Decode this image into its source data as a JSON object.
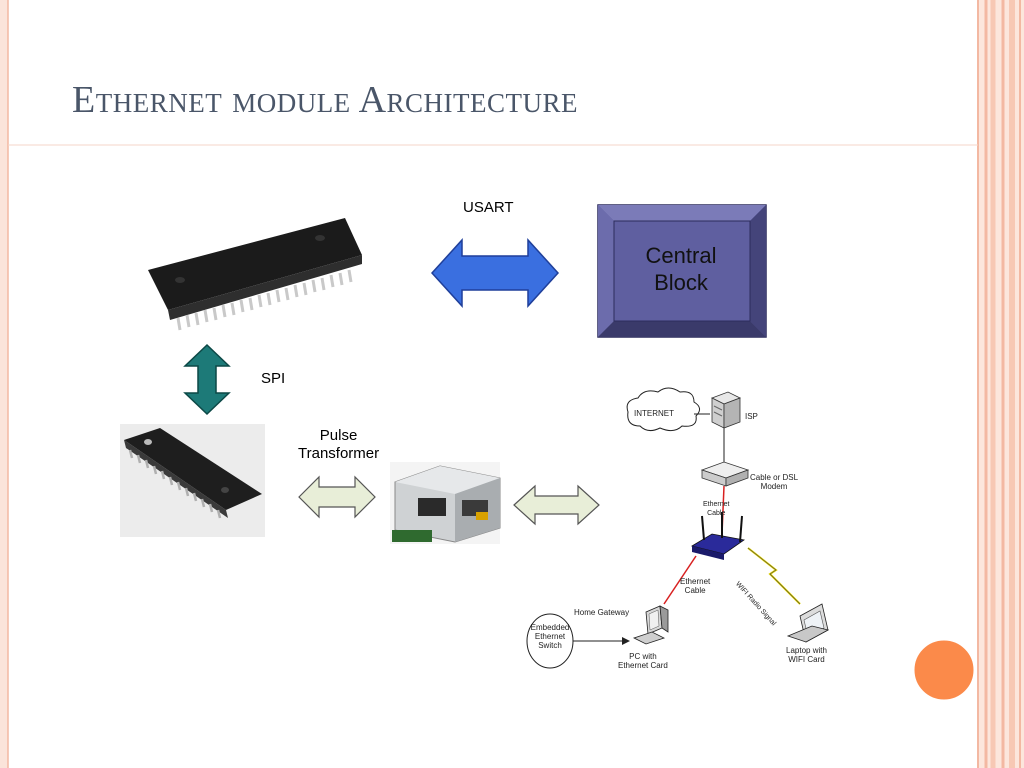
{
  "slide": {
    "title": "Ethernet module Architecture"
  },
  "labels": {
    "usart": "USART",
    "spi": "SPI",
    "pulse_transformer": "Pulse\nTransformer",
    "central_block": "Central\nBlock"
  },
  "network": {
    "internet": "INTERNET",
    "isp": "ISP",
    "modem": "Cable or DSL\nModem",
    "ethernet_cable_top": "Ethernet\nCable",
    "wifi_signal": "WIFI Radio Signal",
    "ethernet_cable_mid": "Ethernet\nCable",
    "home_gateway": "Home Gateway",
    "switch": "Embedded\nEthernet\nSwitch",
    "pc": "PC with\nEthernet Card",
    "laptop": "Laptop with\nWIFI Card"
  },
  "colors": {
    "border_pink": "#f6c9b8",
    "title_gray": "#4a5669",
    "central_fill": "#5c5c9c",
    "arrow_blue": "#3a6fe0",
    "arrow_teal": "#1d7a78",
    "arrow_beige": "#e8eed8",
    "bullet_orange": "#fb8a4a"
  }
}
